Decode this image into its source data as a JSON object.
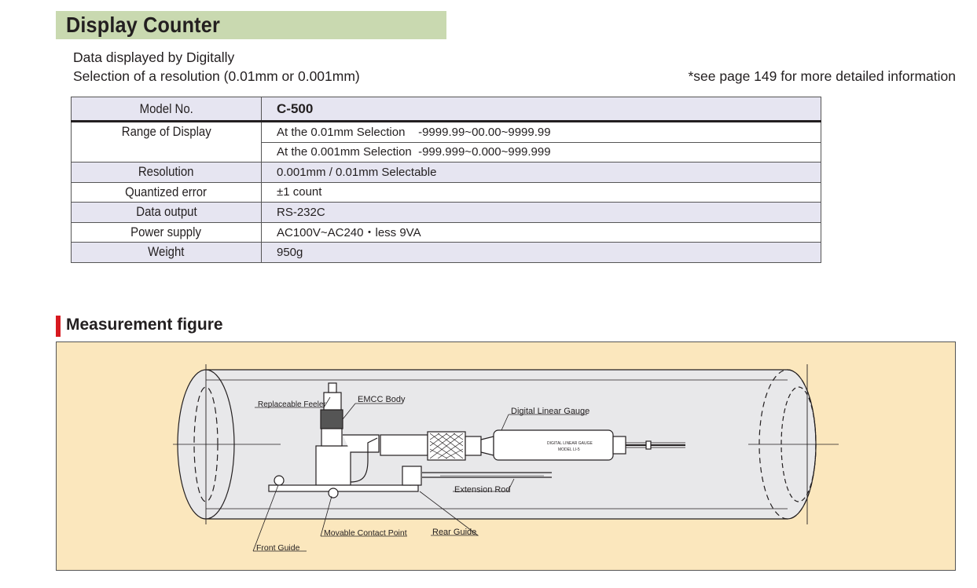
{
  "header": {
    "title": "Display Counter"
  },
  "intro": {
    "line1": "Data displayed by Digitally",
    "line2": "Selection of a resolution (0.01mm or 0.001mm)",
    "note": "*see page 149 for more detailed information"
  },
  "spec_table": {
    "model_label": "Model No.",
    "model_value": "C-500",
    "range_label": "Range of Display",
    "range_values": [
      "At the 0.01mm Selection    -9999.99~00.00~9999.99",
      "At the 0.001mm Selection  -999.999~0.000~999.999"
    ],
    "rows": [
      {
        "label": "Resolution",
        "value": "0.001mm / 0.01mm Selectable"
      },
      {
        "label": "Quantized error",
        "value": "±1 count"
      },
      {
        "label": "Data output",
        "value": "RS-232C"
      },
      {
        "label": "Power supply",
        "value": "AC100V~AC240・less 9VA"
      },
      {
        "label": "Weight",
        "value": "950g"
      }
    ]
  },
  "figure": {
    "section_title": "Measurement figure",
    "labels": {
      "feeler": "Replaceable Feeler",
      "body": "EMCC Body",
      "gauge": "Digital Linear Gauge",
      "rod": "Extension Rod",
      "rear": "Rear Guide",
      "contact": "Movable Contact Point",
      "front": "Front Guide"
    },
    "gauge_marking": "DIGITAL LINEAR GAUGE",
    "gauge_model": "MODEL    LI-5"
  },
  "colors": {
    "title_bg": "#c9d9b0",
    "shade_row": "#e6e5f1",
    "figure_bg": "#fbe7bd",
    "accent_mark": "#d71920"
  }
}
